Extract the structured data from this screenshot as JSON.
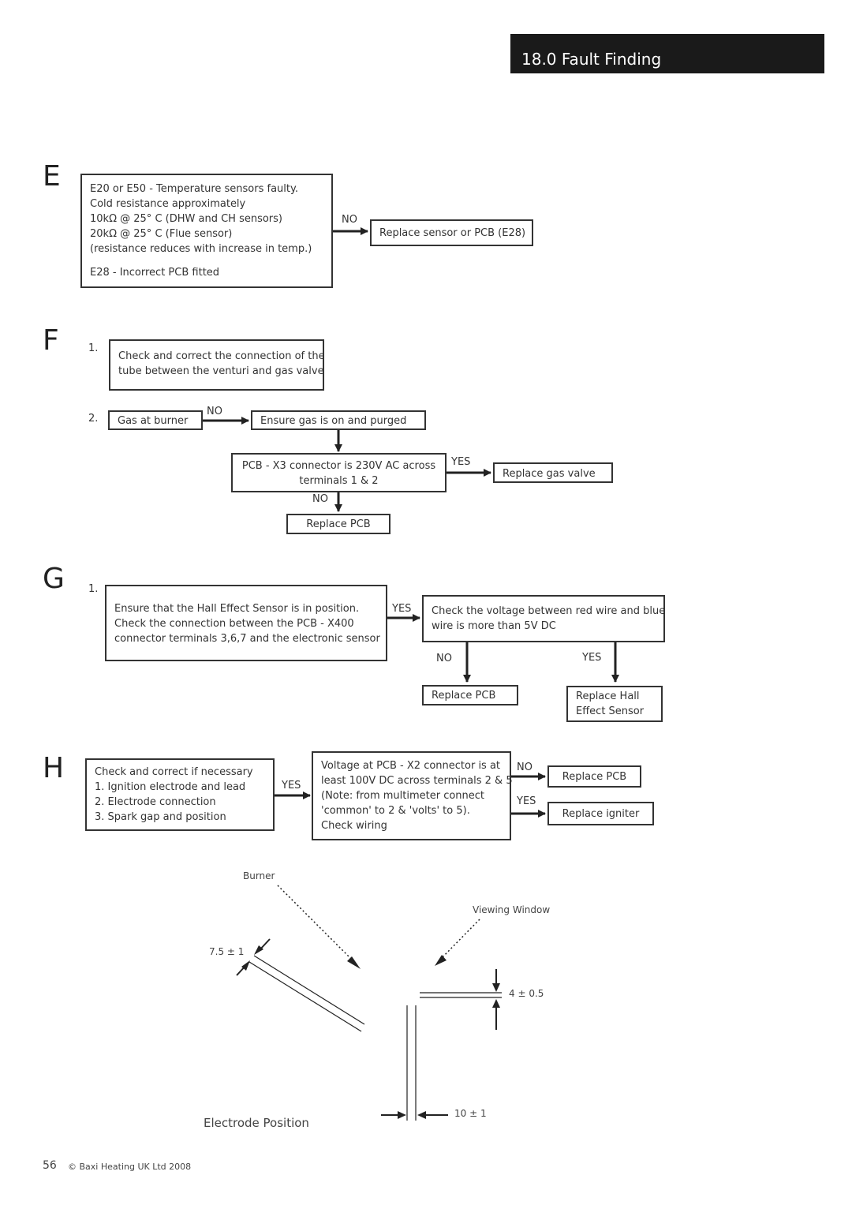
{
  "header": {
    "title": "18.0 Fault Finding"
  },
  "sections": {
    "E": {
      "letter": "E",
      "box_lines": [
        "E20 or E50 - Temperature sensors faulty.",
        "Cold resistance approximately",
        "10kΩ @ 25° C (DHW and CH sensors)",
        "20kΩ @ 25° C (Flue sensor)",
        "(resistance reduces with increase in temp.)",
        "E28 - Incorrect PCB fitted"
      ],
      "no_label": "NO",
      "result": "Replace sensor or PCB (E28)"
    },
    "F": {
      "letter": "F",
      "step1_num": "1.",
      "step1_lines": [
        "Check and correct the connection of the",
        "tube between the venturi and gas valve"
      ],
      "step2_num": "2.",
      "gas_at_burner": "Gas at burner",
      "no_label": "NO",
      "ensure_gas": "Ensure gas is on and purged",
      "pcb_lines": [
        "PCB - X3 connector is 230V AC across",
        "terminals 1 & 2"
      ],
      "yes_label": "YES",
      "replace_gas_valve": "Replace gas valve",
      "no_label_2": "NO",
      "replace_pcb": "Replace PCB"
    },
    "G": {
      "letter": "G",
      "step1_num": "1.",
      "box_lines": [
        "Ensure that the Hall Effect Sensor is in position.",
        "Check the connection between the PCB - X400",
        "connector terminals 3,6,7 and the electronic sensor"
      ],
      "yes_label": "YES",
      "voltage_lines": [
        "Check the voltage between red wire and blue",
        "wire is more than 5V DC"
      ],
      "no_label": "NO",
      "yes_label_2": "YES",
      "replace_pcb": "Replace PCB",
      "replace_hall_lines": [
        "Replace Hall",
        "Effect Sensor"
      ]
    },
    "H": {
      "letter": "H",
      "check_lines": [
        "Check and correct if necessary",
        "1.  Ignition electrode and lead",
        "2.  Electrode connection",
        "3.  Spark gap and position"
      ],
      "yes_label": "YES",
      "voltage_lines": [
        "Voltage at PCB - X2 connector is at",
        "least 100V DC across terminals 2 & 5",
        "(Note: from multimeter connect",
        "'common' to 2 & 'volts' to 5).",
        "Check wiring"
      ],
      "no_label": "NO",
      "yes_label_2": "YES",
      "replace_pcb": "Replace PCB",
      "replace_igniter": "Replace igniter"
    }
  },
  "electrode_diagram": {
    "burner_label": "Burner",
    "viewing_window_label": "Viewing Window",
    "dim_gap": "7.5 ± 1",
    "dim_height": "4 ± 0.5",
    "dim_width": "10 ± 1",
    "caption": "Electrode Position"
  },
  "footer": {
    "page_number": "56",
    "copyright": "© Baxi Heating UK Ltd 2008"
  },
  "colors": {
    "header_bg": "#1a1a1a",
    "header_text": "#ffffff",
    "line": "#333333"
  }
}
